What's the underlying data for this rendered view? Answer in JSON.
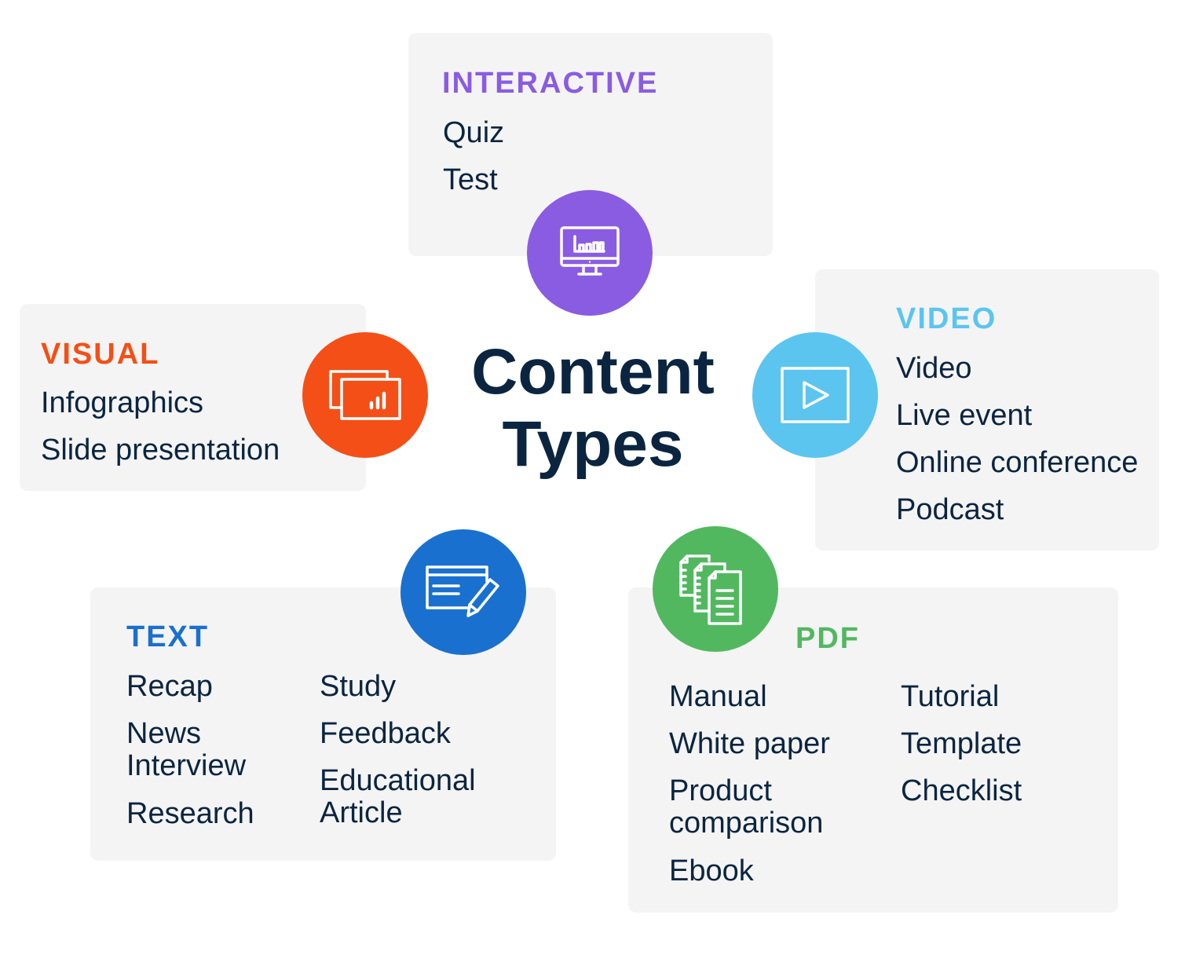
{
  "title": {
    "line1": "Content",
    "line2": "Types"
  },
  "colors": {
    "text": "#0b2540",
    "box_bg": "#f4f4f4",
    "interactive": "#8a5ce2",
    "visual": "#f44f17",
    "video": "#5bc5ef",
    "text_category": "#1a70cf",
    "pdf": "#52b860"
  },
  "categories": {
    "interactive": {
      "label": "INTERACTIVE",
      "icon": "monitor-chart-icon",
      "items": [
        "Quiz",
        "Test"
      ]
    },
    "visual": {
      "label": "VISUAL",
      "icon": "slides-chart-icon",
      "items": [
        "Infographics",
        "Slide presentation"
      ]
    },
    "video": {
      "label": "VIDEO",
      "icon": "video-play-icon",
      "items": [
        "Video",
        "Live event",
        "Online conference",
        "Podcast"
      ]
    },
    "text": {
      "label": "TEXT",
      "icon": "document-edit-icon",
      "items_col1": [
        "Recap",
        "News Interview",
        "Research"
      ],
      "items_col2": [
        "Study",
        "Feedback",
        "Educational Article"
      ]
    },
    "pdf": {
      "label": "PDF",
      "icon": "documents-stack-icon",
      "items_col1": [
        "Manual",
        "White paper",
        "Product comparison",
        "Ebook"
      ],
      "items_col2": [
        "Tutorial",
        "Template",
        "Checklist"
      ]
    }
  }
}
